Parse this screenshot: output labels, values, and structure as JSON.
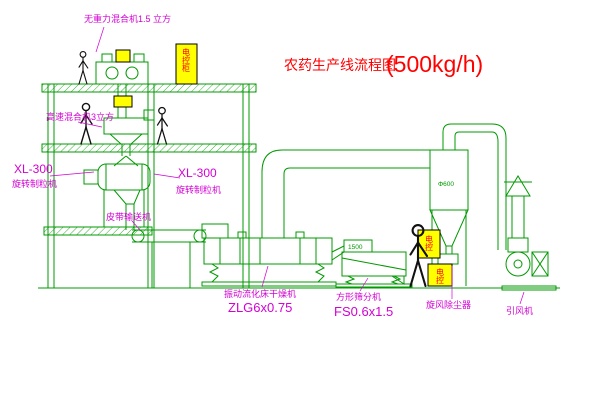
{
  "title": {
    "main": "农药生产线流程图",
    "capacity": "(500kg/h)"
  },
  "equipment_labels": {
    "gravity_mixer": "无重力混合机1.5 立方",
    "high_speed_mixer": "高速混合机3立方",
    "granulator_left_model": "XL-300",
    "granulator_left_name": "旋转制粒机",
    "granulator_mid_model": "XL-300",
    "granulator_mid_name": "旋转制粒机",
    "belt_conveyor": "皮带输送机",
    "dryer_name": "振动流化床干燥机",
    "dryer_model": "ZLG6x0.75",
    "sieve_name": "方形筛分机",
    "sieve_model": "FS0.6x1.5",
    "cyclone": "旋风除尘器",
    "fan": "引风机"
  },
  "dimensions": {
    "cyclone_diameter": "Φ600",
    "sieve_length": "1500"
  },
  "cabinets": {
    "main_label": "电控柜",
    "cyclone_label": "电控",
    "fan_label": "电控"
  },
  "colors": {
    "line": "#009900",
    "label": "#d400d4",
    "title": "#ff0000",
    "cabinet_fill": "#ffff00"
  }
}
